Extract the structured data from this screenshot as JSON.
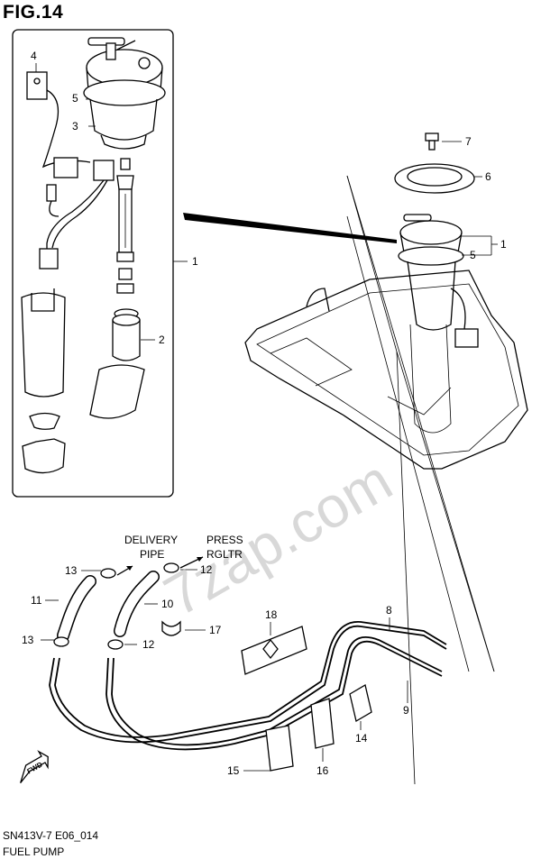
{
  "header": {
    "title": "FIG.14"
  },
  "footer": {
    "code": "SN413V-7 E06_014",
    "name": "FUEL PUMP"
  },
  "watermark": "7zap.com",
  "direction_mark": "FWD",
  "annotations": {
    "delivery": [
      "DELIVERY",
      "PIPE"
    ],
    "press": [
      "PRESS",
      "RGLTR"
    ]
  },
  "callouts": {
    "c1_box": "1",
    "c1_main": "1",
    "c2": "2",
    "c3": "3",
    "c4": "4",
    "c5_box": "5",
    "c5_main": "5",
    "c6": "6",
    "c7": "7",
    "c8": "8",
    "c9": "9",
    "c10": "10",
    "c11": "11",
    "c12_top": "12",
    "c12_bot": "12",
    "c13_top": "13",
    "c13_bot": "13",
    "c14": "14",
    "c15": "15",
    "c16": "16",
    "c17": "17",
    "c18": "18"
  },
  "colors": {
    "line": "#000000",
    "watermark": "#c8c8c8",
    "background": "#ffffff"
  }
}
